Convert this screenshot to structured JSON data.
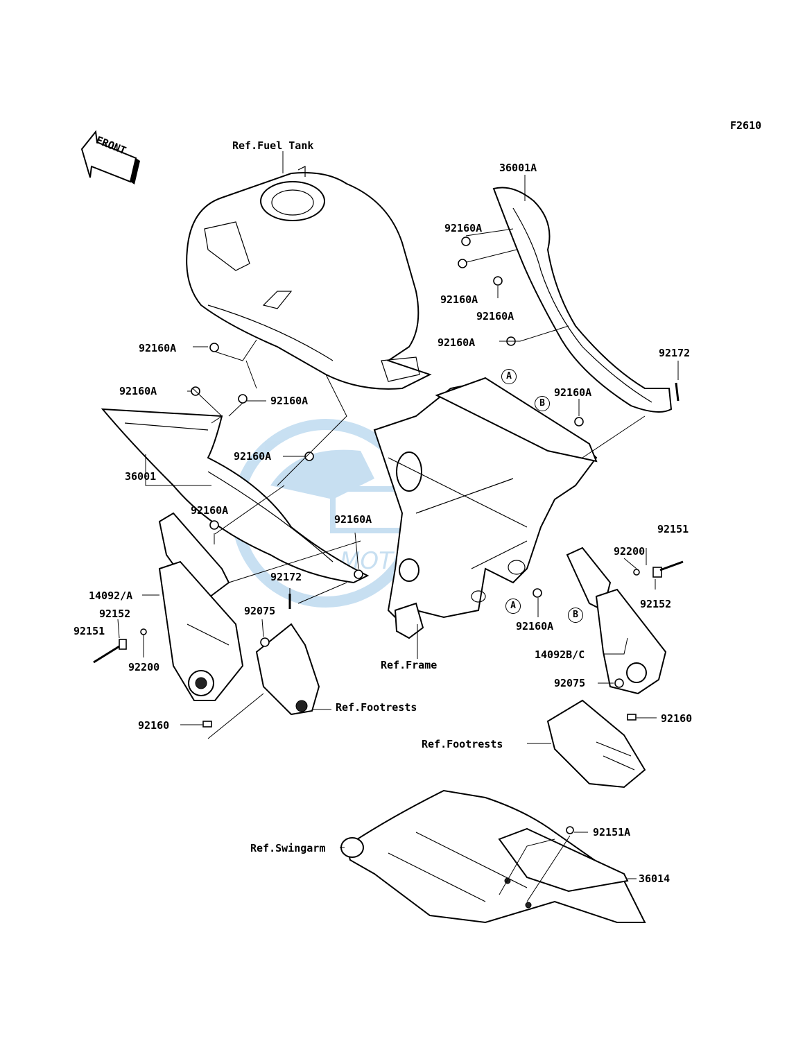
{
  "diagram": {
    "figure_code": "F2610",
    "front_marker": "FRONT",
    "labels": {
      "ref_fuel_tank": "Ref.Fuel Tank",
      "p36001A": "36001A",
      "p92160A_1": "92160A",
      "p92160A_2": "92160A",
      "p92160A_3": "92160A",
      "p92160A_4": "92160A",
      "p92172_right": "92172",
      "p92160A_5": "92160A",
      "p92160A_6": "92160A",
      "p92160A_7": "92160A",
      "p92160A_8": "92160A",
      "p36001": "36001",
      "p92160A_9": "92160A",
      "p92160A_10": "92160A",
      "p92160A_11": "92160A",
      "p92151_right": "92151",
      "p92200_right": "92200",
      "p92152_right": "92152",
      "p14092A": "14092/A",
      "p92172_mid": "92172",
      "p92152_left": "92152",
      "p92075_left": "92075",
      "p92151_left": "92151",
      "p92200_left": "92200",
      "ref_frame": "Ref.Frame",
      "p92160A_12": "92160A",
      "p14092BC": "14092B/C",
      "p92075_right": "92075",
      "ref_footrests_left": "Ref.Footrests",
      "p92160_left": "92160",
      "p92160_right": "92160",
      "ref_footrests_right": "Ref.Footrests",
      "p92151A": "92151A",
      "ref_swingarm": "Ref.Swingarm",
      "p36014": "36014"
    },
    "markers": {
      "a1": "A",
      "b1": "B",
      "a2": "A",
      "b2": "B"
    },
    "colors": {
      "line": "#000000",
      "watermark": "#3b8fd0"
    }
  }
}
